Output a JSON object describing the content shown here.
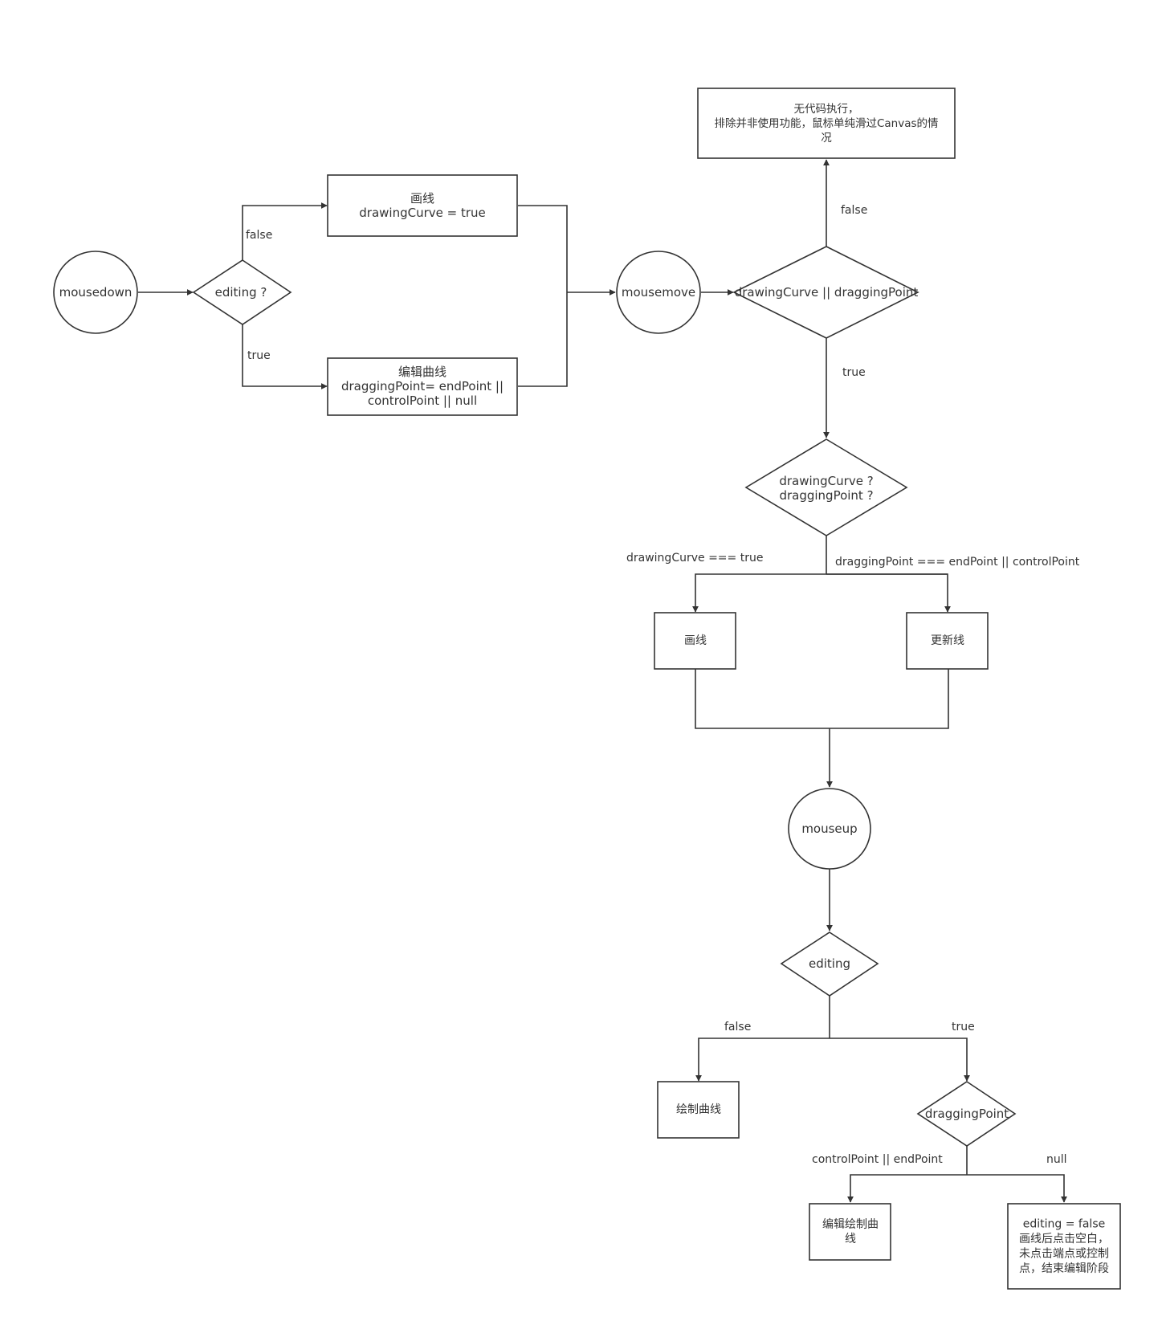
{
  "nodes": {
    "mousedown": [
      "mousedown"
    ],
    "editing_q": [
      "editing ?"
    ],
    "draw_line_1": [
      "画线",
      "drawingCurve = true"
    ],
    "edit_curve": [
      "编辑曲线",
      "draggingPoint= endPoint ||",
      "controlPoint || null"
    ],
    "mousemove": [
      "mousemove"
    ],
    "no_code": [
      "无代码执行，",
      "排除并非使用功能，鼠标单纯滑过Canvas的情",
      "况"
    ],
    "check_drawing_dragging": [
      "drawingCurve || draggingPoint"
    ],
    "which_mode": [
      "drawingCurve ?",
      "draggingPoint ?"
    ],
    "draw_line_2": [
      "画线"
    ],
    "update_line": [
      "更新线"
    ],
    "mouseup": [
      "mouseup"
    ],
    "editing": [
      "editing"
    ],
    "draw_curve": [
      "绘制曲线"
    ],
    "dragging_point": [
      "draggingPoint"
    ],
    "edit_draw_curve": [
      "编辑绘制曲",
      "线"
    ],
    "end_edit": [
      "editing = false",
      "画线后点击空白，",
      "未点击端点或控制",
      "点，结束编辑阶段"
    ]
  },
  "edge_labels": {
    "false_1": "false",
    "true_1": "true",
    "false_2": "false",
    "true_2": "true",
    "drawing_true": "drawingCurve === true",
    "dragging_eq": "draggingPoint === endPoint || controlPoint",
    "false_3": "false",
    "true_3": "true",
    "ctrl_end": "controlPoint || endPoint",
    "null_label": "null"
  }
}
